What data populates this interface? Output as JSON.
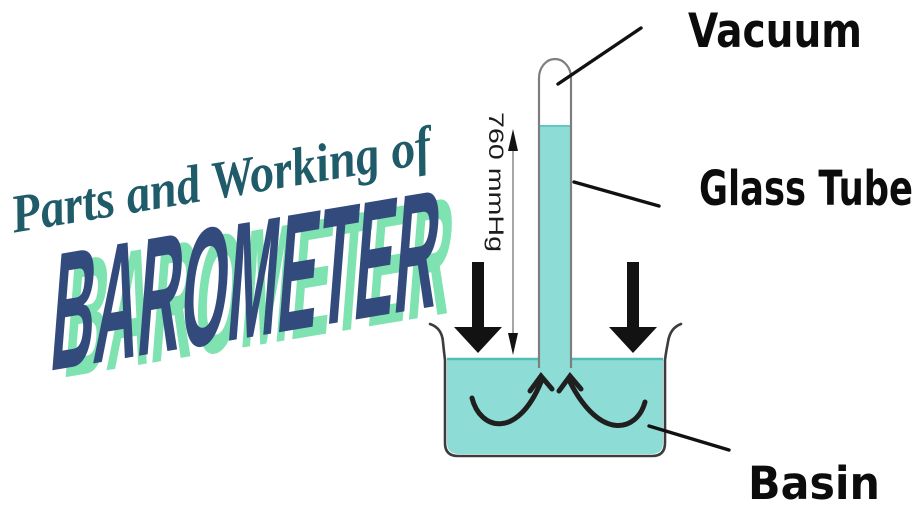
{
  "title": {
    "script_line": "Parts and Working of",
    "main_line": "BAROMETER"
  },
  "diagram": {
    "measurement": "760 mmHg",
    "labels": {
      "vacuum": "Vacuum",
      "glass_tube": "Glass Tube",
      "basin": "Basin"
    }
  },
  "colors": {
    "title_script_teal": "#1f5b68",
    "title_navy": "#334a7c",
    "title_mint_shadow": "#7ee3b0",
    "mercury_teal": "#8edcd6",
    "liquid_surface_line": "#4fbdb4",
    "tube_outline_gray": "#7e7e7e",
    "basin_outline_dark": "#3c3c3c",
    "ink_black": "#121212",
    "background": "#ffffff"
  }
}
